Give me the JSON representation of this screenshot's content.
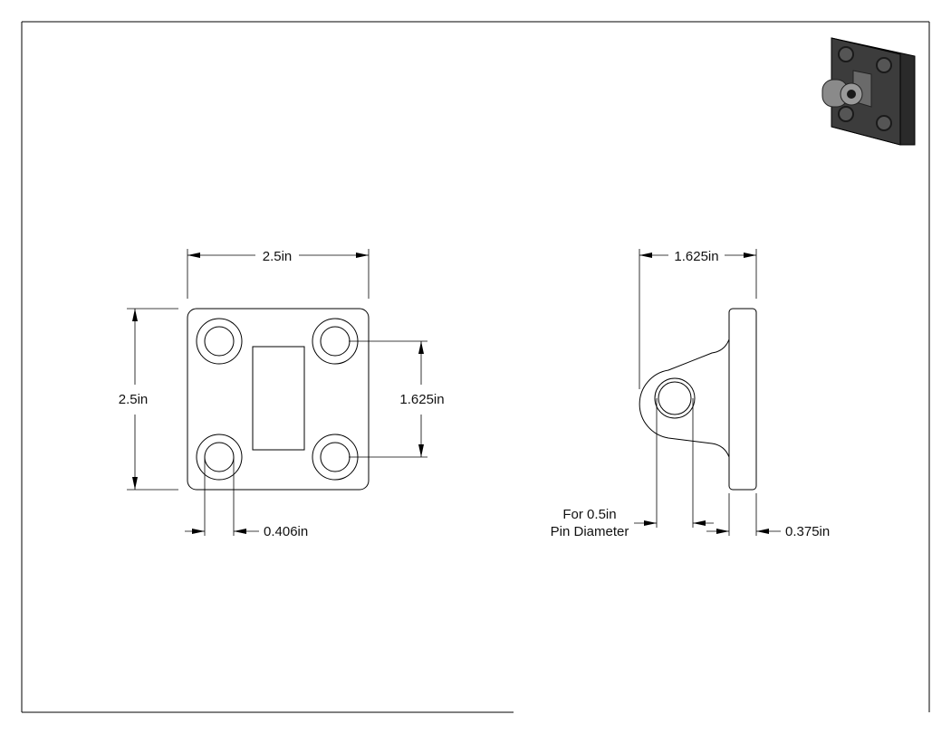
{
  "drawing": {
    "front_view": {
      "width_label": "2.5in",
      "height_label": "2.5in",
      "hole_spacing_label": "1.625in",
      "hole_diameter_label": "0.406in"
    },
    "side_view": {
      "depth_label": "1.625in",
      "pin_note_line1": "For 0.5in",
      "pin_note_line2": "Pin Diameter",
      "plate_thickness_label": "0.375in"
    }
  },
  "thumbnail": {
    "icon": "3d-bracket-render",
    "body_color": "#3c3c3c",
    "highlight_color": "#8a8a8a"
  }
}
